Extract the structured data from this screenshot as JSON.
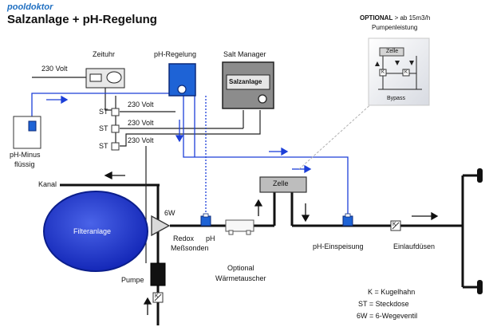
{
  "header": {
    "brand": "pooldoktor",
    "title": "Salzanlage  +  pH-Regelung"
  },
  "labels": {
    "zeituhr": "Zeituhr",
    "ph_regelung": "pH-Regelung",
    "salt_manager": "Salt Manager",
    "salzanlage": "Salzanlage",
    "volt_main": "230 Volt",
    "st": "ST",
    "volt_1": "230 Volt",
    "volt_2": "230 Volt",
    "volt_3": "230 Volt",
    "ph_minus_1": "pH-Minus",
    "ph_minus_2": "flüssig",
    "kanal": "Kanal",
    "filteranlage": "Filteranlage",
    "six_w": "6W",
    "redox_1": "Redox",
    "redox_2": "Meßsonden",
    "ph": "pH",
    "optional_1": "Optional",
    "optional_2": "Wärmetauscher",
    "zelle": "Zelle",
    "ph_einspeisung": "pH-Einspeisung",
    "einlaufduesen": "Einlaufdüsen",
    "pumpe": "Pumpe",
    "k": "K"
  },
  "bypass_inset": {
    "title_bold": "OPTIONAL",
    "title_rest": " > ab 15m3/h",
    "subtitle": "Pumpenleistung",
    "zelle": "Zelle",
    "bypass": "Bypass",
    "k": "K"
  },
  "legend": {
    "k": "K = Kugelhahn",
    "st": "ST = Steckdose",
    "sixw": "6W = 6-Wegeventil"
  },
  "colors": {
    "pipe": "#111111",
    "signal": "#1c3fd8",
    "filter": "#1f36c9",
    "ph_device": "#1e63d6",
    "salt_device": "#8c8c8c"
  }
}
